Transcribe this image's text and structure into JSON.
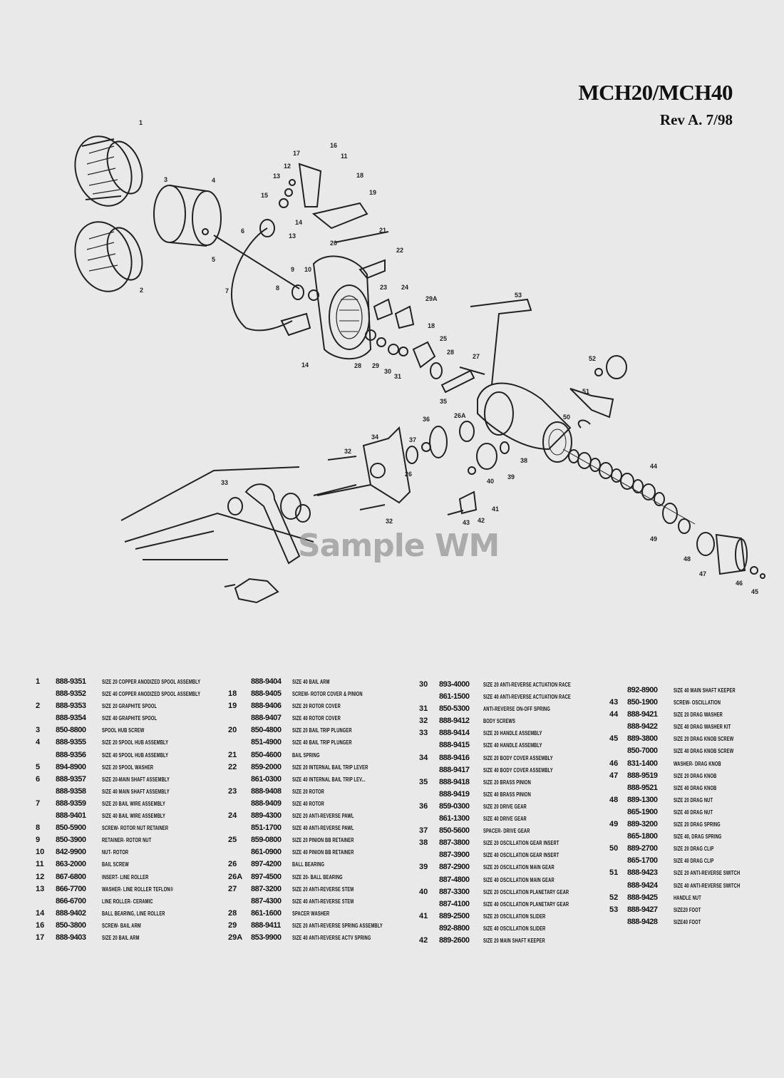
{
  "header": {
    "title": "MCH20/MCH40",
    "revision": "Rev A. 7/98"
  },
  "watermark": "Sample WM",
  "diagram": {
    "callouts": [
      "1",
      "2",
      "3",
      "4",
      "5",
      "6",
      "7",
      "8",
      "9",
      "10",
      "11",
      "12",
      "13",
      "13",
      "14",
      "15",
      "16",
      "17",
      "18",
      "19",
      "20",
      "21",
      "22",
      "23",
      "24",
      "29A",
      "18",
      "25",
      "28",
      "29",
      "30",
      "31",
      "28",
      "27",
      "14",
      "53",
      "52",
      "51",
      "50",
      "35",
      "36",
      "26A",
      "34",
      "37",
      "32",
      "26",
      "33",
      "38",
      "39",
      "40",
      "41",
      "42",
      "43",
      "44",
      "32",
      "49",
      "48",
      "47",
      "46",
      "45"
    ]
  },
  "parts_list": {
    "columns": [
      [
        {
          "num": "1",
          "part": "888-9351",
          "desc": "Size 20 copper anodized spool assembly"
        },
        {
          "num": "",
          "part": "888-9352",
          "desc": "Size 40 copper anodized spool assembly"
        },
        {
          "num": "2",
          "part": "888-9353",
          "desc": "Size 20 graphite spool"
        },
        {
          "num": "",
          "part": "888-9354",
          "desc": "Size 40 graphite spool"
        },
        {
          "num": "3",
          "part": "850-8800",
          "desc": "Spool hub screw"
        },
        {
          "num": "4",
          "part": "888-9355",
          "desc": "Size 20 spool hub assembly"
        },
        {
          "num": "",
          "part": "888-9356",
          "desc": "Size 40 spool hub assembly"
        },
        {
          "num": "5",
          "part": "894-8900",
          "desc": "Size 20 spool washer"
        },
        {
          "num": "6",
          "part": "888-9357",
          "desc": "Size 20-main shaft assembly"
        },
        {
          "num": "",
          "part": "888-9358",
          "desc": "Size 40 main shaft assembly"
        },
        {
          "num": "7",
          "part": "888-9359",
          "desc": "Size 20 bail wire assembly"
        },
        {
          "num": "",
          "part": "888-9401",
          "desc": "Size 40 bail wire assembly"
        },
        {
          "num": "8",
          "part": "850-5900",
          "desc": "Screw- rotor nut retainer"
        },
        {
          "num": "9",
          "part": "850-3900",
          "desc": "Retainer- rotor nut"
        },
        {
          "num": "10",
          "part": "842-9900",
          "desc": "Nut- rotor"
        },
        {
          "num": "11",
          "part": "863-2000",
          "desc": "Bail screw"
        },
        {
          "num": "12",
          "part": "867-6800",
          "desc": "Insert- line roller"
        },
        {
          "num": "13",
          "part": "866-7700",
          "desc": "Washer- line roller TEFLON®"
        },
        {
          "num": "",
          "part": "866-6700",
          "desc": "Line roller- ceramic"
        },
        {
          "num": "14",
          "part": "888-9402",
          "desc": "Ball bearing, line roller"
        },
        {
          "num": "16",
          "part": "850-3800",
          "desc": "Screw- bail arm"
        },
        {
          "num": "17",
          "part": "888-9403",
          "desc": "Size 20 bail arm"
        }
      ],
      [
        {
          "num": "",
          "part": "888-9404",
          "desc": "Size 40 bail arm"
        },
        {
          "num": "18",
          "part": "888-9405",
          "desc": "Screw- rotor cover & pinion"
        },
        {
          "num": "19",
          "part": "888-9406",
          "desc": "Size 20 rotor cover"
        },
        {
          "num": "",
          "part": "888-9407",
          "desc": "Size 40 rotor cover"
        },
        {
          "num": "20",
          "part": "850-4800",
          "desc": "Size 20 bail trip plunger"
        },
        {
          "num": "",
          "part": "851-4900",
          "desc": "Size 40 bail trip plunger"
        },
        {
          "num": "21",
          "part": "850-4600",
          "desc": "Bail spring"
        },
        {
          "num": "22",
          "part": "859-2000",
          "desc": "Size 20 internal bail trip lever"
        },
        {
          "num": "",
          "part": "861-0300",
          "desc": "Size 40 internal bail trip lev..."
        },
        {
          "num": "23",
          "part": "888-9408",
          "desc": "Size 20 rotor"
        },
        {
          "num": "",
          "part": "888-9409",
          "desc": "Size 40 rotor"
        },
        {
          "num": "24",
          "part": "889-4300",
          "desc": "Size 20 anti-reverse pawl"
        },
        {
          "num": "",
          "part": "851-1700",
          "desc": "Size 40 anti-reverse pawl"
        },
        {
          "num": "25",
          "part": "859-0800",
          "desc": "Size 20 pinion BB retainer"
        },
        {
          "num": "",
          "part": "861-0900",
          "desc": "Size 40 pinion BB retainer"
        },
        {
          "num": "26",
          "part": "897-4200",
          "desc": "Ball bearing"
        },
        {
          "num": "26A",
          "part": "897-4500",
          "desc": "Size 20- ball bearing"
        },
        {
          "num": "27",
          "part": "887-3200",
          "desc": "Size 20 anti-reverse stem"
        },
        {
          "num": "",
          "part": "887-4300",
          "desc": "Size 40 anti-reverse stem"
        },
        {
          "num": "28",
          "part": "861-1600",
          "desc": "Spacer washer"
        },
        {
          "num": "29",
          "part": "888-9411",
          "desc": "Size 20 anti-reverse spring assembly"
        },
        {
          "num": "29A",
          "part": "853-9900",
          "desc": "Size 40 anti-reverse actv spring"
        }
      ],
      [
        {
          "num": "30",
          "part": "893-4000",
          "desc": "Size 20 anti-reverse actuation race"
        },
        {
          "num": "",
          "part": "861-1500",
          "desc": "Size 40 anti-reverse actuation race"
        },
        {
          "num": "31",
          "part": "850-5300",
          "desc": "Anti-reverse on-off spring"
        },
        {
          "num": "32",
          "part": "888-9412",
          "desc": "Body screws"
        },
        {
          "num": "33",
          "part": "888-9414",
          "desc": "Size 20 handle assembly"
        },
        {
          "num": "",
          "part": "888-9415",
          "desc": "Size 40 handle assembly"
        },
        {
          "num": "34",
          "part": "888-9416",
          "desc": "Size 20 body cover assembly"
        },
        {
          "num": "",
          "part": "888-9417",
          "desc": "Size 40 body cover assembly"
        },
        {
          "num": "35",
          "part": "888-9418",
          "desc": "Size 20 brass pinion"
        },
        {
          "num": "",
          "part": "888-9419",
          "desc": "Size 40 brass pinion"
        },
        {
          "num": "36",
          "part": "859-0300",
          "desc": "Size 20 drive gear"
        },
        {
          "num": "",
          "part": "861-1300",
          "desc": "Size 40 drive gear"
        },
        {
          "num": "37",
          "part": "850-5600",
          "desc": "Spacer- drive gear"
        },
        {
          "num": "38",
          "part": "887-3800",
          "desc": "Size 20 oscillation gear insert"
        },
        {
          "num": "",
          "part": "887-3900",
          "desc": "Size 40 oscillation gear insert"
        },
        {
          "num": "39",
          "part": "887-2900",
          "desc": "Size 20 oscillation main gear"
        },
        {
          "num": "",
          "part": "887-4800",
          "desc": "Size 40 oscillation main gear"
        },
        {
          "num": "40",
          "part": "887-3300",
          "desc": "Size 20 oscillation planetary gear"
        },
        {
          "num": "",
          "part": "887-4100",
          "desc": "Size 40 oscillation planetary gear"
        },
        {
          "num": "41",
          "part": "889-2500",
          "desc": "Size 20 oscillation slider"
        },
        {
          "num": "",
          "part": "892-8800",
          "desc": "Size 40 oscillation slider"
        },
        {
          "num": "42",
          "part": "889-2600",
          "desc": "Size 20 main shaft keeper"
        }
      ],
      [
        {
          "num": "",
          "part": "892-8900",
          "desc": "Size 40 main shaft keeper"
        },
        {
          "num": "43",
          "part": "850-1900",
          "desc": "Screw- oscillation"
        },
        {
          "num": "44",
          "part": "888-9421",
          "desc": "Size 20 drag washer"
        },
        {
          "num": "",
          "part": "888-9422",
          "desc": "Size 40 drag washer kit"
        },
        {
          "num": "45",
          "part": "889-3800",
          "desc": "Size 20 drag knob screw"
        },
        {
          "num": "",
          "part": "850-7000",
          "desc": "Size 40 drag knob screw"
        },
        {
          "num": "46",
          "part": "831-1400",
          "desc": "Washer- drag knob"
        },
        {
          "num": "47",
          "part": "888-9519",
          "desc": "Size 20 drag knob"
        },
        {
          "num": "",
          "part": "888-9521",
          "desc": "Size 40 drag knob"
        },
        {
          "num": "48",
          "part": "889-1300",
          "desc": "Size 20 drag nut"
        },
        {
          "num": "",
          "part": "865-1900",
          "desc": "Size 40 drag nut"
        },
        {
          "num": "49",
          "part": "889-3200",
          "desc": "Size 20 drag spring"
        },
        {
          "num": "",
          "part": "865-1800",
          "desc": "Size 40, drag spring"
        },
        {
          "num": "50",
          "part": "889-2700",
          "desc": "Size 20 drag clip"
        },
        {
          "num": "",
          "part": "865-1700",
          "desc": "Size 40 drag clip"
        },
        {
          "num": "51",
          "part": "888-9423",
          "desc": "Size 20 anti-reverse switch"
        },
        {
          "num": "",
          "part": "888-9424",
          "desc": "Size 40 anti-reverse switch"
        },
        {
          "num": "52",
          "part": "888-9425",
          "desc": "Handle nut"
        },
        {
          "num": "53",
          "part": "888-9427",
          "desc": "Size20 foot"
        },
        {
          "num": "",
          "part": "888-9428",
          "desc": "Size40 foot"
        }
      ]
    ]
  }
}
